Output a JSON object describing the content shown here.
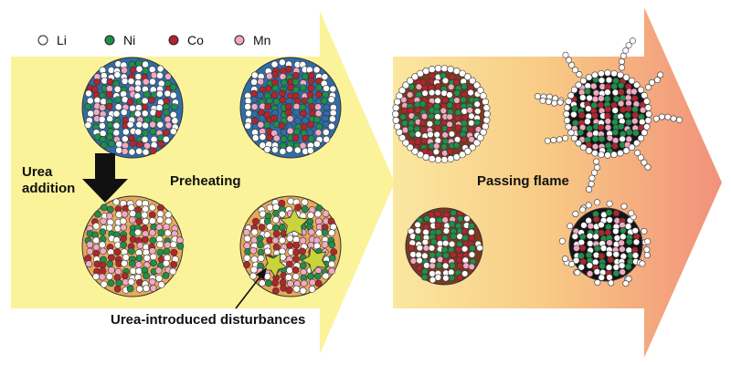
{
  "legend": [
    {
      "symbol": "Li",
      "color": "#ffffff"
    },
    {
      "symbol": "Ni",
      "color": "#1f8f4a"
    },
    {
      "symbol": "Co",
      "color": "#b0262c"
    },
    {
      "symbol": "Mn",
      "color": "#f2a9c4"
    }
  ],
  "labels": {
    "urea_line1": "Urea",
    "urea_line2": "addition",
    "preheating": "Preheating",
    "passing_flame": "Passing flame",
    "disturbances": "Urea-introduced disturbances"
  },
  "colors": {
    "arrow_left_fill": "#fbf39a",
    "arrow_right_start": "#fbe7a0",
    "arrow_right_end": "#f2917a",
    "blue_matrix": "#2f6da8",
    "orange_matrix": "#e7a95a",
    "brown_matrix": "#7a3a22",
    "black_matrix": "#151515",
    "star": "#c9d33a",
    "down_arrow": "#111111"
  }
}
